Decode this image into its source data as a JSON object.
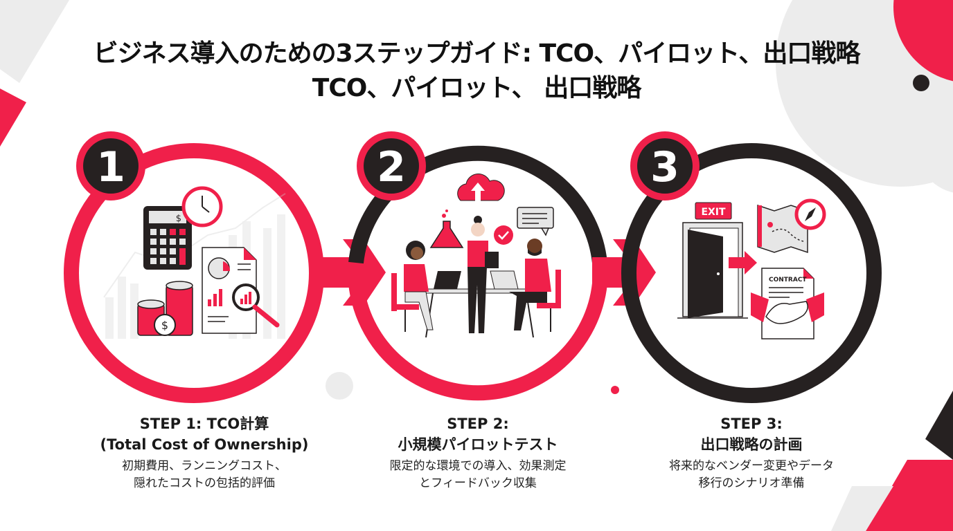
{
  "title": {
    "line1": "ビジネス導入のための3ステップガイド: TCO、パイロット、出口戦略",
    "line2": "TCO、パイロット、 出口戦略"
  },
  "colors": {
    "accent": "#f0204a",
    "dark": "#262121",
    "light_gray": "#ececec",
    "white": "#ffffff"
  },
  "steps": [
    {
      "number": "1",
      "heading_line1": "STEP 1: TCO計算",
      "heading_line2": "(Total Cost of Ownership)",
      "desc_line1": "初期費用、ランニングコスト、",
      "desc_line2": "隠れたコストの包括的評価",
      "icons": [
        "calculator-icon",
        "clock-icon",
        "coin-stack-icon",
        "report-document-icon",
        "magnifier-icon"
      ]
    },
    {
      "number": "2",
      "heading_line1": "STEP 2:",
      "heading_line2": "小規模パイロットテスト",
      "desc_line1": "限定的な環境での導入、効果測定",
      "desc_line2": "とフィードバック収集",
      "icons": [
        "cloud-upload-icon",
        "flask-icon",
        "check-icon",
        "chat-bubble-icon",
        "team-meeting-illustration"
      ]
    },
    {
      "number": "3",
      "heading_line1": "STEP 3:",
      "heading_line2": "出口戦略の計画",
      "desc_line1": "将来的なベンダー変更やデータ",
      "desc_line2": "移行のシナリオ準備",
      "icons": [
        "exit-door-icon",
        "map-icon",
        "compass-icon",
        "contract-icon",
        "handshake-icon"
      ],
      "exit_sign": "EXIT",
      "contract_label": "CONTRACT"
    }
  ]
}
